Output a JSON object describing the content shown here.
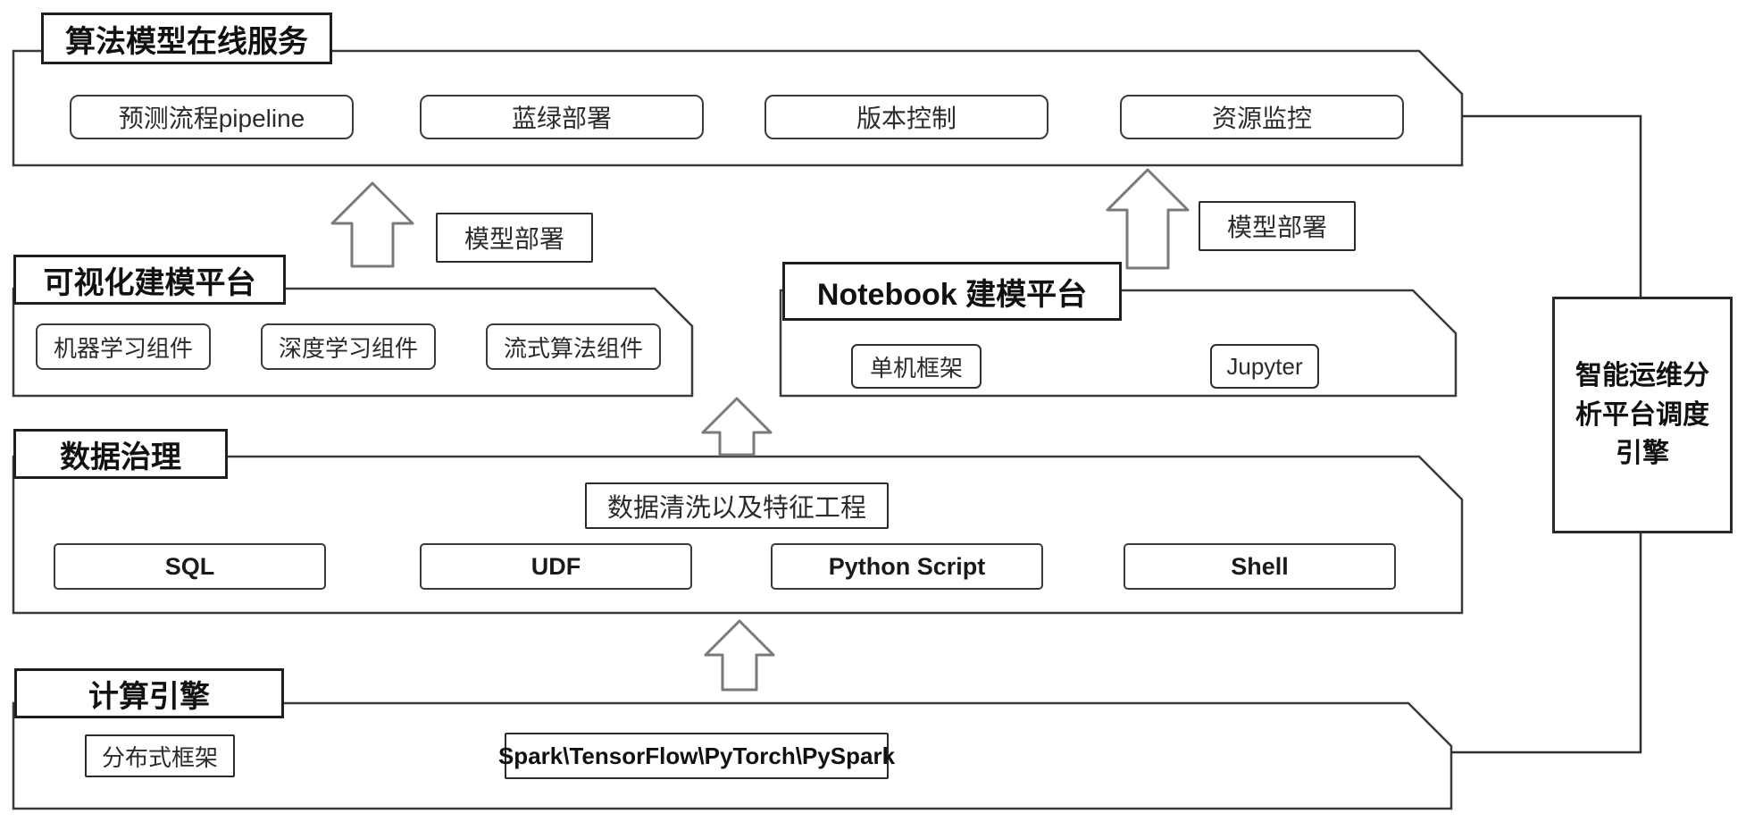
{
  "diagram": {
    "layers": {
      "online_service": {
        "title": "算法模型在线服务",
        "items": [
          "预测流程pipeline",
          "蓝绿部署",
          "版本控制",
          "资源监控"
        ]
      },
      "visual_modeling": {
        "title": "可视化建模平台",
        "items": [
          "机器学习组件",
          "深度学习组件",
          "流式算法组件"
        ]
      },
      "notebook": {
        "title": "Notebook 建模平台",
        "items": [
          "单机框架",
          "Jupyter"
        ]
      },
      "data_governance": {
        "title": "数据治理",
        "process_label": "数据清洗以及特征工程",
        "items": [
          "SQL",
          "UDF",
          "Python Script",
          "Shell"
        ]
      },
      "compute_engine": {
        "title": "计算引擎",
        "framework_label": "分布式框架",
        "frameworks": "Spark\\TensorFlow\\PyTorch\\PySpark"
      }
    },
    "arrows": {
      "deploy_left": "模型部署",
      "deploy_right": "模型部署"
    },
    "engine_box": "智能运维分析平台调度引擎",
    "colors": {
      "border": "#3a3a3a",
      "arrow_stroke": "#7a7a7a",
      "background": "#ffffff",
      "text": "#1a1a1a"
    }
  }
}
